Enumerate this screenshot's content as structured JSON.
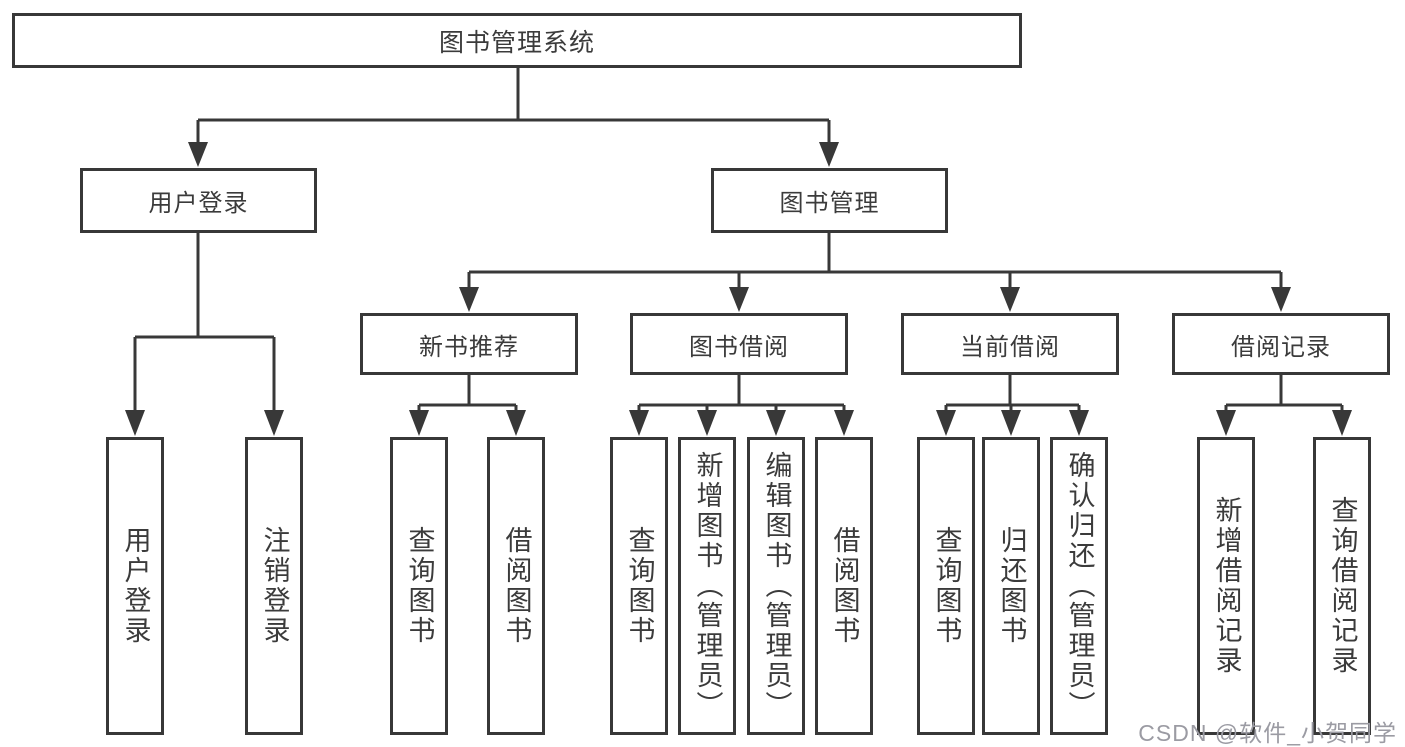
{
  "tree": {
    "label": "图书管理系统",
    "children": [
      {
        "label": "用户登录",
        "children": [
          {
            "label": "用户登录"
          },
          {
            "label": "注销登录"
          }
        ]
      },
      {
        "label": "图书管理",
        "children": [
          {
            "label": "新书推荐",
            "children": [
              {
                "label": "查询图书"
              },
              {
                "label": "借阅图书"
              }
            ]
          },
          {
            "label": "图书借阅",
            "children": [
              {
                "label": "查询图书"
              },
              {
                "label": "新增图书（管理员）"
              },
              {
                "label": "编辑图书（管理员）"
              },
              {
                "label": "借阅图书"
              }
            ]
          },
          {
            "label": "当前借阅",
            "children": [
              {
                "label": "查询图书"
              },
              {
                "label": "归还图书"
              },
              {
                "label": "确认归还（管理员）"
              }
            ]
          },
          {
            "label": "借阅记录",
            "children": [
              {
                "label": "新增借阅记录"
              },
              {
                "label": "查询借阅记录"
              }
            ]
          }
        ]
      }
    ]
  },
  "watermark": {
    "text": "CSDN @软件_小贺同学"
  },
  "colors": {
    "line": "#383838",
    "box_border": "#383838",
    "text": "#3b3b3b",
    "watermark": "#9b9ba3",
    "background": "#ffffff"
  }
}
